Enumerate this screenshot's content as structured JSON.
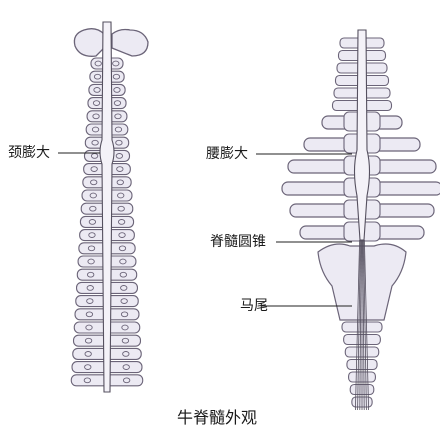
{
  "labels": {
    "cervical_enlargement": "颈膨大",
    "lumbar_enlargement": "腰膨大",
    "conus_medullaris": "脊髓圆锥",
    "cauda_equina": "马尾"
  },
  "caption": "牛脊髓外观",
  "colors": {
    "bone_fill": "#eceaf3",
    "bone_stroke": "#6b6478",
    "cord_fill": "#f4f2f8",
    "cord_stroke": "#55505f",
    "leader_line": "#222222"
  }
}
